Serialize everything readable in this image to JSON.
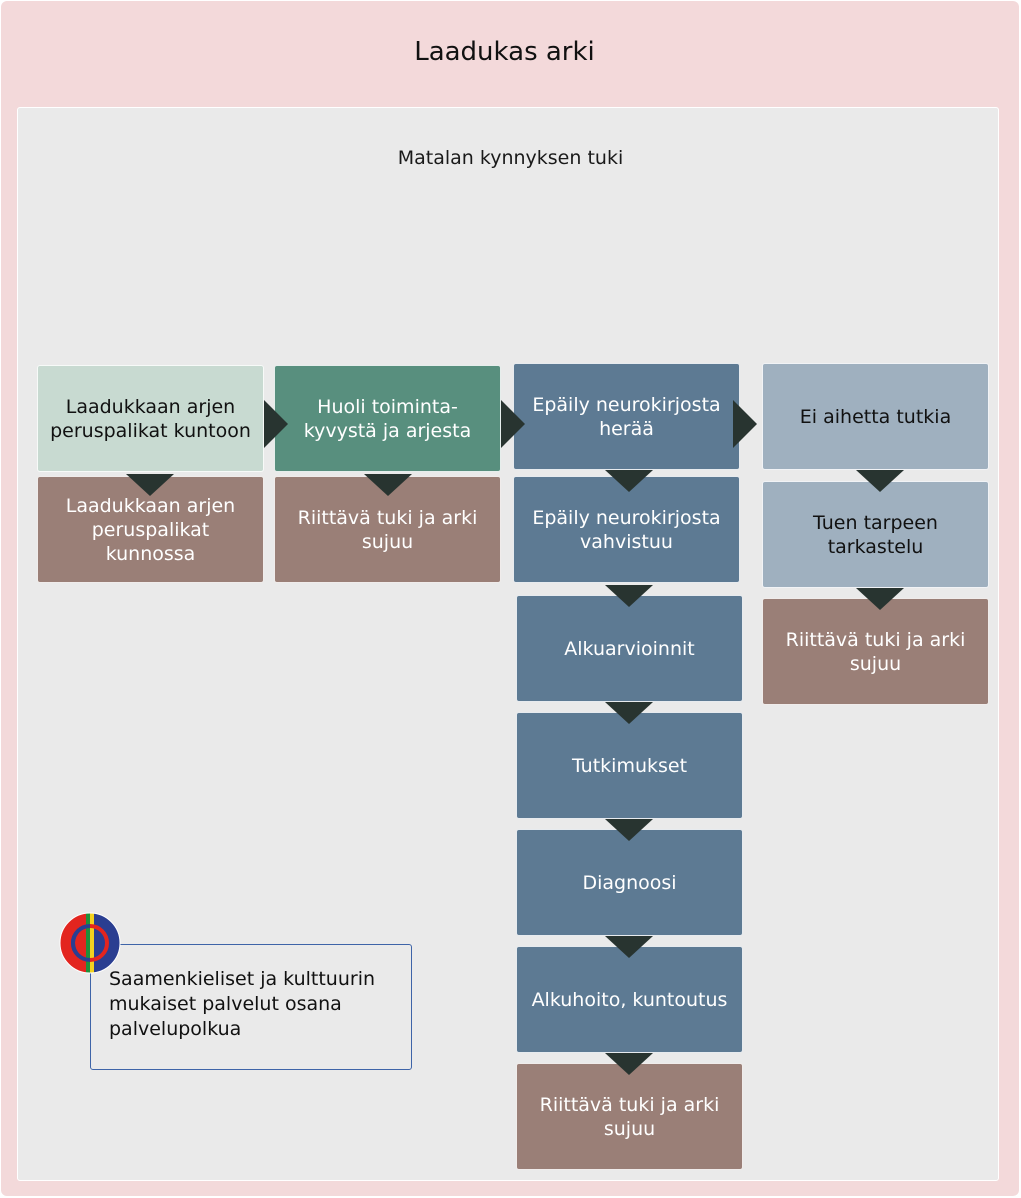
{
  "title": "Laadukas arki",
  "subtitle": "Matalan kynnyksen tuki",
  "column1": {
    "box1": "Laadukkaan arjen peruspalikat kuntoon",
    "box2": "Laadukkaan arjen peruspalikat kunnossa"
  },
  "column2": {
    "box1": "Huoli toiminta-kyvystä ja arjesta",
    "box2": "Riittävä tuki ja arki sujuu"
  },
  "column3": {
    "box1": "Epäily neurokirjosta herää",
    "box2": "Epäily neurokirjosta vahvistuu",
    "box3": "Alkuarvioinnit",
    "box4": "Tutkimukset",
    "box5": "Diagnoosi",
    "box6": "Alkuhoito, kuntoutus",
    "box7": "Riittävä tuki ja arki sujuu"
  },
  "column4": {
    "box1": "Ei aihetta tutkia",
    "box2": "Tuen tarpeen tarkastelu",
    "box3": "Riittävä tuki ja arki sujuu"
  },
  "sami_note": "Saamenkieliset ja kulttuurin mukaiset palvelut osana palvelupolkua",
  "icons": {
    "sami_flag": "sami-flag-icon"
  },
  "colors": {
    "outer_background": "#f3d9da",
    "inner_background": "#eaeaea",
    "light_green": "#c8dad1",
    "green": "#588f7e",
    "steel_blue": "#5d7a93",
    "slate": "#9fb0bf",
    "brown": "#9a7f77",
    "connector": "#283430"
  }
}
